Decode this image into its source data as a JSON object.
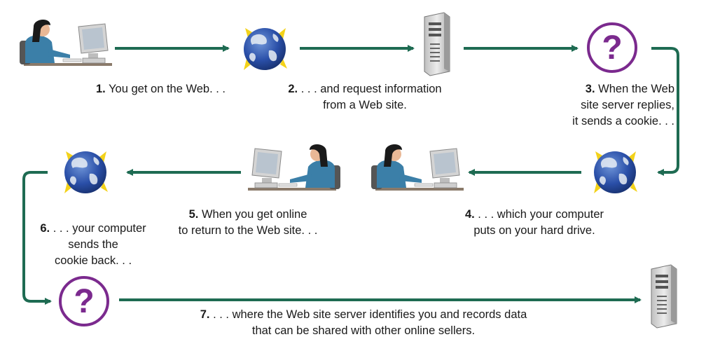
{
  "colors": {
    "arrow": "#1e6b52",
    "question": "#7b2a8e",
    "globe_ocean": "#2a4fa8",
    "globe_land": "#e9eef5",
    "spark": "#f3d21a",
    "computer": "#d4d4d4",
    "shirt": "#3b7fa8",
    "hair": "#1a1a1a",
    "desk": "#8a7a6a"
  },
  "icons": [
    "woman-at-computer-icon",
    "globe-icon",
    "server-tower-icon",
    "question-mark-icon"
  ],
  "steps": [
    {
      "num": "1.",
      "text": "You get on the Web. . ."
    },
    {
      "num": "2.",
      "text": ". . . and request information",
      "text2": "from a Web site."
    },
    {
      "num": "3.",
      "text": "When the Web",
      "text2": "site server replies,",
      "text3": "it sends a cookie. . ."
    },
    {
      "num": "4.",
      "text": ". . . which your computer",
      "text2": "puts on your hard drive."
    },
    {
      "num": "5.",
      "text": "When you get online",
      "text2": "to return to the Web site. . ."
    },
    {
      "num": "6.",
      "text": ". . . your computer",
      "text2": "sends the",
      "text3": "cookie back. . ."
    },
    {
      "num": "7.",
      "text": ". . . where the Web site server identifies you and records data",
      "text2": "that can be shared with other online sellers."
    }
  ]
}
